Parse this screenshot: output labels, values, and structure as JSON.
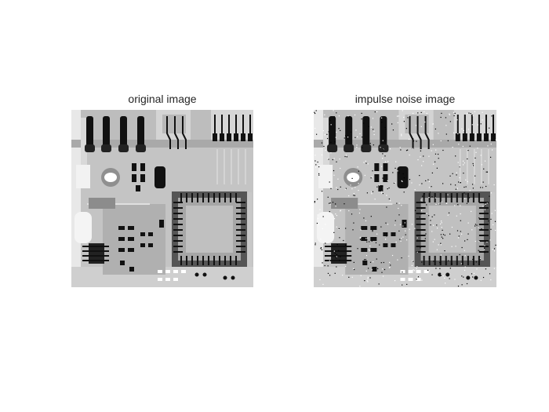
{
  "figure": {
    "background": "#ffffff",
    "panels": [
      {
        "title": "original image",
        "noise": false
      },
      {
        "title": "impulse noise image",
        "noise": true
      }
    ]
  },
  "image_content": {
    "subject": "grayscale x-ray of a printed circuit board",
    "colormap": "gray",
    "noise_type": "salt-and-pepper"
  }
}
